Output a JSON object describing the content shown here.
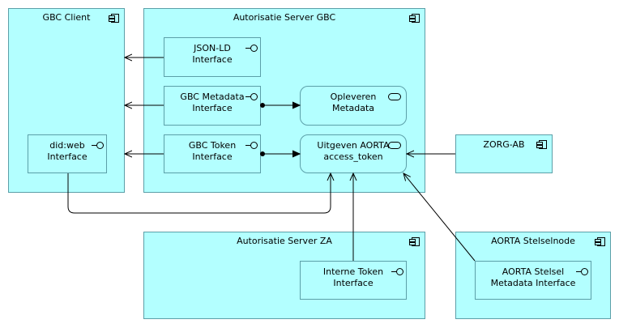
{
  "components": {
    "gbc_client": "GBC Client",
    "auth_server_gbc": "Autorisatie Server GBC",
    "zorg_ab": "ZORG-AB",
    "auth_server_za": "Autorisatie Server ZA",
    "aorta_stelselnode": "AORTA Stelselnode"
  },
  "interfaces": {
    "json_ld": [
      "JSON-LD",
      "Interface"
    ],
    "gbc_metadata": [
      "GBC Metadata",
      "Interface"
    ],
    "gbc_token": [
      "GBC Token",
      "Interface"
    ],
    "did_web": [
      "did:web",
      "Interface"
    ],
    "interne_token": [
      "Interne Token",
      "Interface"
    ],
    "aorta_stelsel_metadata": [
      "AORTA Stelsel",
      "Metadata Interface"
    ]
  },
  "services": {
    "opleveren_metadata": [
      "Opleveren",
      "Metadata"
    ],
    "uitgeven_aorta": [
      "Uitgeven AORTA",
      "access_token"
    ]
  },
  "colors": {
    "fill": "#b3ffff",
    "border": "#5c9fa8",
    "line": "#000000"
  }
}
